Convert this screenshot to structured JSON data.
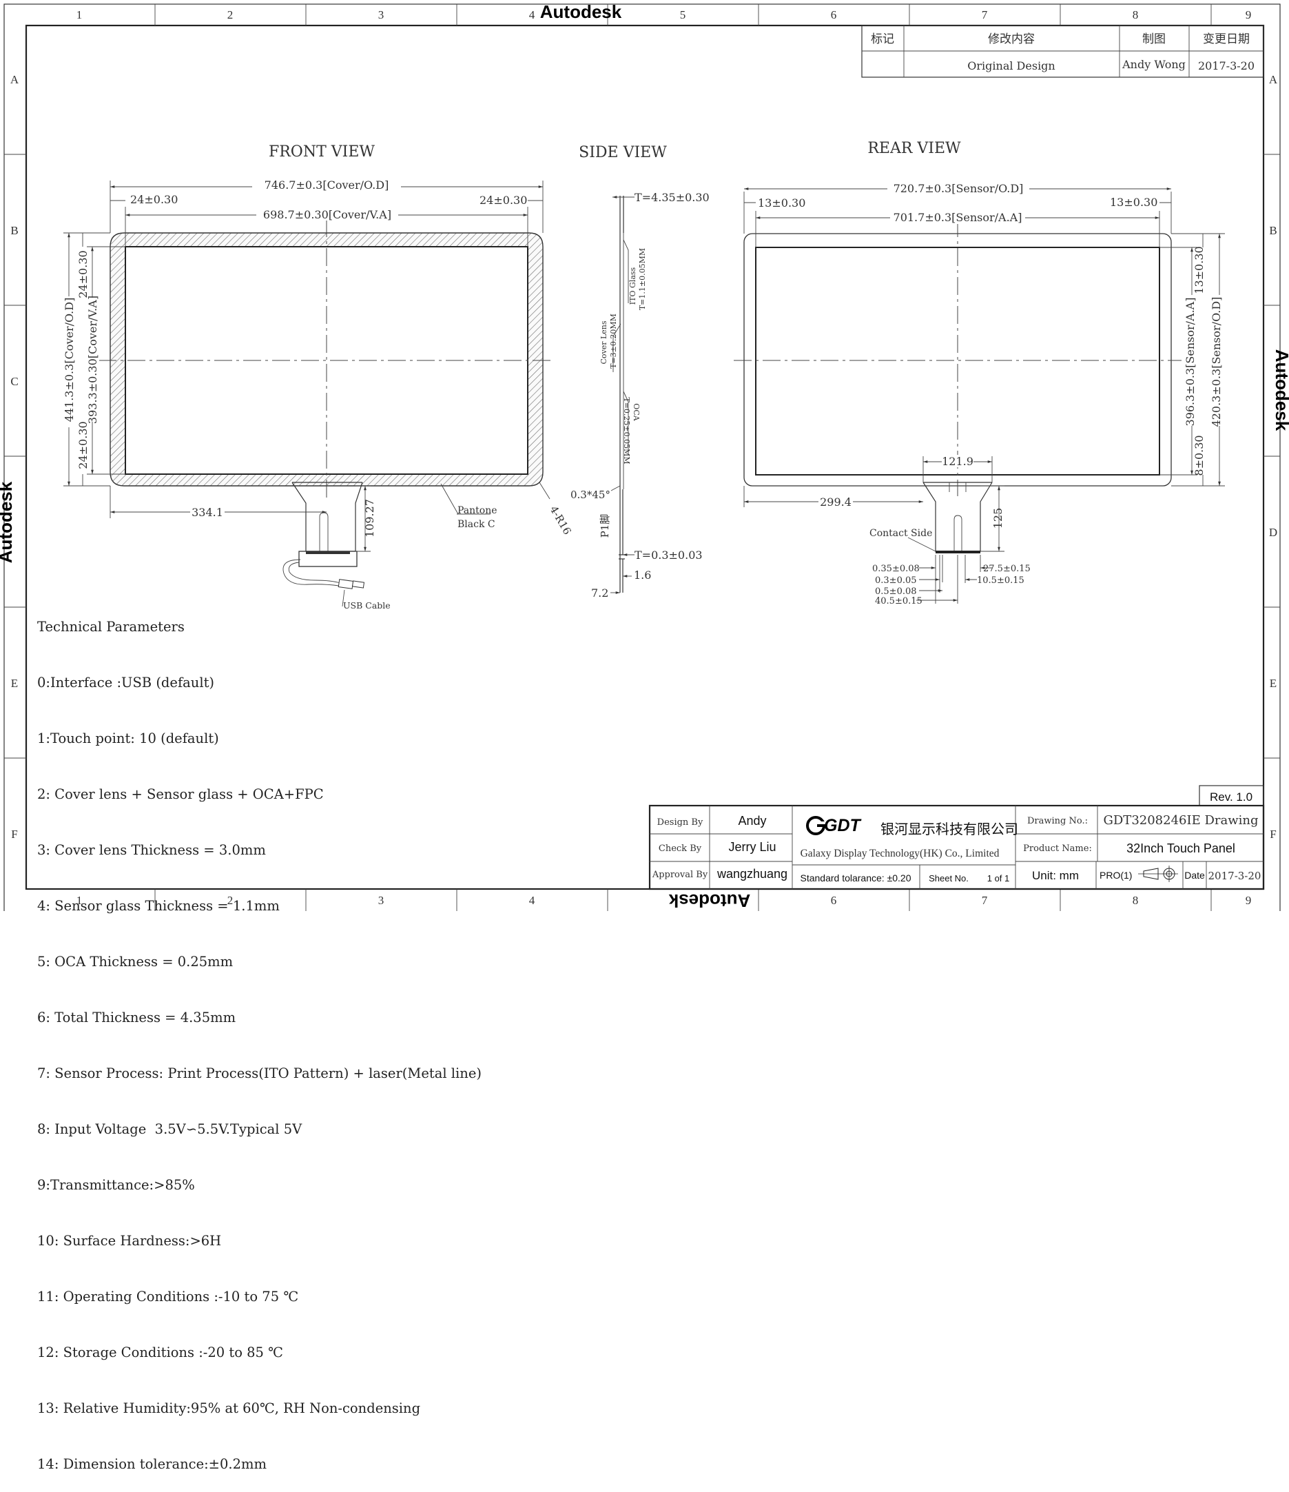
{
  "watermark": "Autodesk",
  "grid": {
    "cols": [
      "1",
      "2",
      "3",
      "4",
      "5",
      "6",
      "7",
      "8",
      "9"
    ],
    "rows": [
      "A",
      "B",
      "C",
      "D",
      "E",
      "F"
    ]
  },
  "revision_table": {
    "headers": {
      "mark": "标记",
      "content": "修改内容",
      "drawn": "制图",
      "date": "变更日期"
    },
    "row": {
      "mark": "",
      "content": "Original Design",
      "drawn": "Andy Wong",
      "date": "2017-3-20"
    }
  },
  "views": {
    "front": "FRONT VIEW",
    "side": "SIDE VIEW",
    "rear": "REAR VIEW"
  },
  "front": {
    "cover_od_w": "746.7±0.3[Cover/O.D]",
    "cover_va_w": "698.7±0.30[Cover/V.A]",
    "margin_left": "24±0.30",
    "margin_right": "24±0.30",
    "cover_od_h": "441.3±0.3[Cover/O.D]",
    "cover_va_h": "393.3±0.30[Cover/V.A]",
    "margin_top": "24±0.30",
    "margin_bottom": "24±0.30",
    "fpc_offset": "334.1",
    "fpc_length": "109.27",
    "pantone_1": "Pantone",
    "pantone_2": "Black C",
    "corner_radius": "4-R16",
    "usb_cable": "USB Cable"
  },
  "side": {
    "total_t": "T=4.35±0.30",
    "ito_1": "ITO Glass",
    "ito_2": "T=1.1±0.05MM",
    "cover_1": "Cover Lens",
    "cover_2": "T=3±0.20MM",
    "oca_1": "OCA",
    "oca_2": "T=0.25±0.05MM",
    "chamfer": "0.3*45°",
    "pin": "P1脚",
    "fpc_t": "T=0.3±0.03",
    "dim_16": "1.6",
    "dim_72": "7.2"
  },
  "rear": {
    "sensor_od_w": "720.7±0.3[Sensor/O.D]",
    "sensor_aa_w": "701.7±0.3[Sensor/A.A]",
    "margin_left": "13±0.30",
    "margin_right": "13±0.30",
    "sensor_aa_h": "396.3±0.3[Sensor/A.A]",
    "sensor_od_h": "420.3±0.3[Sensor/O.D]",
    "margin_top": "13±0.30",
    "margin_bottom": "8±0.30",
    "fpc_width": "121.9",
    "fpc_offset": "299.4",
    "fpc_len": "125",
    "contact_side": "Contact Side",
    "pin_1": "0.35±0.08",
    "pin_2": "0.3±0.05",
    "pin_3": "0.5±0.08",
    "pin_4": "40.5±0.15",
    "pin_5": "27.5±0.15",
    "pin_6": "10.5±0.15"
  },
  "parameters": {
    "title": "Technical Parameters",
    "items": [
      "0:Interface :USB (default)",
      "1:Touch point: 10 (default)",
      "2: Cover lens + Sensor glass + OCA+FPC",
      "3: Cover lens Thickness = 3.0mm",
      "4: Sensor glass Thickness = 1.1mm",
      "5: OCA Thickness = 0.25mm",
      "6: Total Thickness = 4.35mm",
      "7: Sensor Process: Print Process(ITO Pattern) + laser(Metal line)",
      "8: Input Voltage  3.5V∽5.5V.Typical 5V",
      "9:Transmittance:>85%",
      "10: Surface Hardness:>6H",
      "11: Operating Conditions :-10 to 75 ℃",
      "12: Storage Conditions :-20 to 85 ℃",
      "13: Relative Humidity:95% at 60℃, RH Non-condensing",
      "14: Dimension tolerance:±0.2mm"
    ]
  },
  "title_block": {
    "rev": "Rev. 1.0",
    "design_by_label": "Design By",
    "design_by": "Andy",
    "check_by_label": "Check By",
    "check_by": "Jerry Liu",
    "approval_by_label": "Approval By",
    "approval_by": "wangzhuang",
    "logo": "GDT",
    "company_cn": "银河显示科技有限公司",
    "company_en": "Galaxy Display Technology(HK) Co., Limited",
    "tolerance": "Standard tolarance: ±0.20",
    "sheet_label": "Sheet No.",
    "sheet": "1 of 1",
    "drawing_no_label": "Drawing No.:",
    "drawing_no": "GDT3208246IE Drawing",
    "product_label": "Product Name:",
    "product": "32Inch Touch Panel",
    "unit": "Unit: mm",
    "projection": "PRO(1)",
    "date_label": "Date",
    "date": "2017-3-20"
  }
}
